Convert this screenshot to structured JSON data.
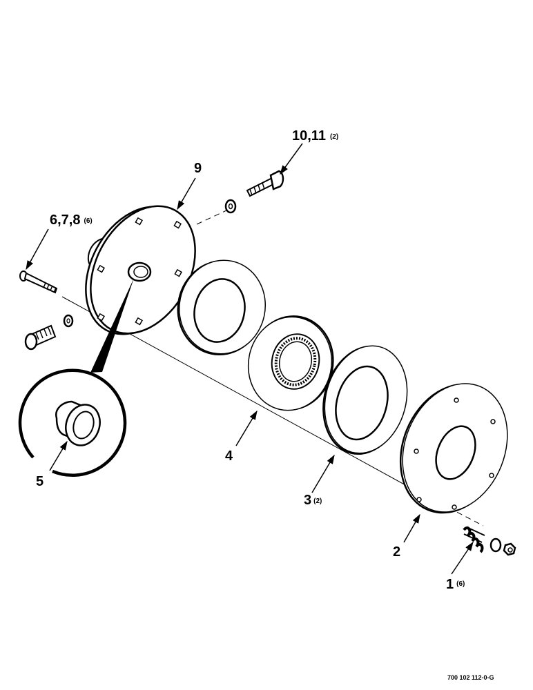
{
  "callouts": {
    "c1": {
      "num": "1",
      "qty": "(6)"
    },
    "c2": {
      "num": "2"
    },
    "c3": {
      "num": "3",
      "qty": "(2)"
    },
    "c4": {
      "num": "4"
    },
    "c5": {
      "num": "5"
    },
    "c678": {
      "num": "6,7,8",
      "qty": "(6)"
    },
    "c9": {
      "num": "9"
    },
    "c1011": {
      "num": "10,11",
      "qty": "(2)"
    }
  },
  "drawing_number": "700 102 112-0-G"
}
